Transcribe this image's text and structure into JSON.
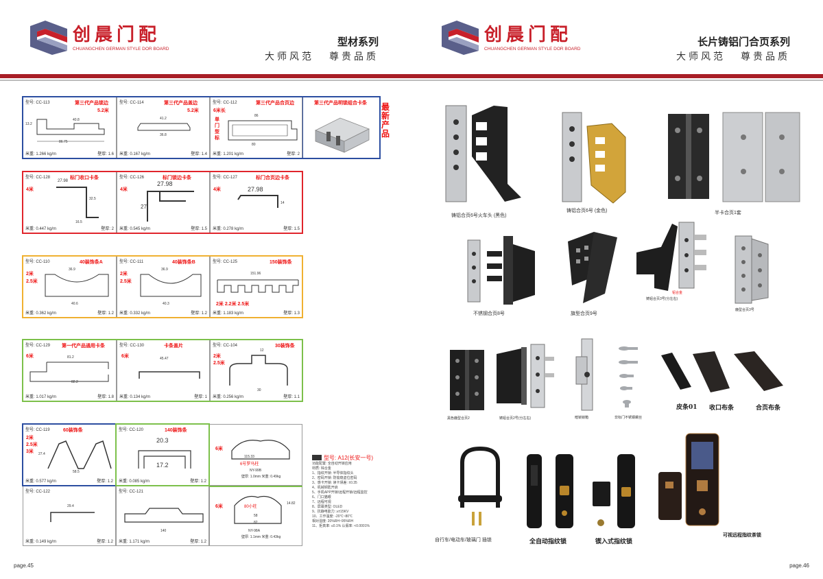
{
  "left": {
    "brand": "创晨门配",
    "brand_en": "CHUANGCHEN GERMAN STYLE DOR BOARD",
    "series": "型材系列",
    "slogan1": "大师风范",
    "slogan2": "尊贵品质",
    "page_number": "page.45",
    "new_tag": "最新产品",
    "groups": [
      {
        "color": "#2b4da0",
        "cells": [
          {
            "model": "型号: CC-113",
            "title": "第三代产品锁边",
            "note": "5.2米",
            "weight": "米重: 1.266 kg/m",
            "thick": "壁厚: 1.6",
            "dims": [
              "40.8",
              "86.75",
              "13.2"
            ]
          },
          {
            "model": "型号: CC-114",
            "title": "第三代产品盖边",
            "note": "5.2米",
            "weight": "米重: 0.167 kg/m",
            "thick": "壁厚: 1.4",
            "dims": [
              "41.2",
              "36.8"
            ]
          },
          {
            "model": "型号: CC-112",
            "title": "第三代产品合页边",
            "note": "6米长",
            "note2": "单门型标",
            "weight": "米重: 1.201 kg/m",
            "thick": "壁厚: 2",
            "dims": [
              "86",
              "80"
            ]
          },
          {
            "title": "第三代产品明锁组合卡条"
          }
        ]
      },
      {
        "color": "#e0242b",
        "cells": [
          {
            "model": "型号: CC-128",
            "title": "标门收口卡条",
            "note": "4米",
            "weight": "米重: 0.447 kg/m",
            "thick": "壁厚: 2",
            "dims": [
              "27.98",
              "32.5",
              "16.5"
            ]
          },
          {
            "model": "型号: CC-126",
            "title": "标门锁边卡条",
            "note": "4米",
            "weight": "米重: 0.545 kg/m",
            "thick": "壁厚: 1.5",
            "dims": [
              "27.98",
              "27"
            ]
          },
          {
            "model": "型号: CC-127",
            "title": "标门合页边卡条",
            "note": "4米",
            "weight": "米重: 0.278 kg/m",
            "thick": "壁厚: 1.5",
            "dims": [
              "27.98",
              "14"
            ]
          }
        ]
      },
      {
        "color": "#f0b030",
        "cells": [
          {
            "model": "型号: CC-110",
            "title": "40装饰条A",
            "note": "2米",
            "note2": "2.5米",
            "weight": "米重: 0.362 kg/m",
            "thick": "壁厚: 1.2",
            "dims": [
              "36.9",
              "40.6"
            ]
          },
          {
            "model": "型号: CC-111",
            "title": "40装饰条B",
            "note": "2米",
            "note2": "2.5米",
            "weight": "米重: 0.332 kg/m",
            "thick": "壁厚: 1.2",
            "dims": [
              "36.9",
              "40.3"
            ]
          },
          {
            "model": "型号: CC-125",
            "title": "150装饰条",
            "note": "2米  2.2米  2.5米",
            "weight": "米重: 1.183 kg/m",
            "thick": "壁厚: 1.3",
            "dims": [
              "151.96"
            ]
          }
        ]
      },
      {
        "color": "#7cc04a",
        "cells": [
          {
            "model": "型号: CC-129",
            "title": "第一代产品通用卡条",
            "note": "6米",
            "weight": "米重: 1.017 kg/m",
            "thick": "壁厚: 1.8",
            "dims": [
              "81.2",
              "82.2"
            ]
          },
          {
            "model": "型号: CC-130",
            "title": "卡条盖片",
            "note": "6米",
            "weight": "米重: 0.134 kg/m",
            "thick": "壁厚: 1",
            "dims": [
              "45.47"
            ]
          },
          {
            "model": "型号: CC-104",
            "title": "30装饰条",
            "note": "2米",
            "note2": "2.5米",
            "weight": "米重: 0.256 kg/m",
            "thick": "壁厚: 1.1",
            "dims": [
              "12",
              "30"
            ]
          }
        ]
      }
    ],
    "bottom": {
      "cc119": {
        "model": "型号: CC-119",
        "title": "60装饰条",
        "n1": "2米",
        "n2": "2.5米",
        "n3": "3米",
        "weight": "米重: 0.577 kg/m",
        "thick": "壁厚: 1.2",
        "dims": [
          "58.5",
          "27.4"
        ]
      },
      "cc120": {
        "model": "型号: CC-120",
        "title": "140装饰条",
        "weight": "米重: 0.085 kg/m",
        "thick": "壁厚: 1.2",
        "dims": [
          "20.3",
          "17.2"
        ]
      },
      "cc122": {
        "model": "型号: CC-122",
        "weight": "米重: 0.149 kg/m",
        "thick": "壁厚: 1.2",
        "dims": [
          "29.4"
        ]
      },
      "cc121": {
        "model": "型号: CC-121",
        "weight": "米重: 1.171 kg/m",
        "thick": "壁厚: 1.2",
        "dims": [
          "140"
        ]
      },
      "ny99b": {
        "note": "6米",
        "dim": "115.33",
        "label": "6号罗马柱",
        "model": "NY-99B",
        "spec": "壁厚: 1.0mm  米重: 0.49kg"
      },
      "ny98a": {
        "note": "6米",
        "label": "80小柱",
        "dims": [
          "58",
          "82",
          "14.82"
        ],
        "model": "NY-98A",
        "spec": "壁厚: 1.1mm  米重: 0.43kg"
      }
    }
  },
  "right": {
    "brand": "创晨门配",
    "brand_en": "CHUANGCHEN GERMAN STYLE DOR BOARD",
    "series": "长片铸铝门合页系列",
    "slogan1": "大师风范",
    "slogan2": "尊贵品质",
    "page_number": "page.46",
    "products": [
      {
        "caption": "铸铝合页6号火车头 (黑色)"
      },
      {
        "caption": "铸铝合页6号 (金色)"
      },
      {
        "caption": "半卡合页1套"
      },
      {
        "caption": "不锈钢合页8号"
      },
      {
        "caption": "旗型合页9号"
      },
      {
        "caption": "铸铝合页3号(分左右)",
        "tag": "铝合金"
      },
      {
        "caption": "鹿型合页3号"
      },
      {
        "caption": "黑色鹿型合页2"
      },
      {
        "caption": "铸铝合页2号(分左右)"
      },
      {
        "caption": "暗锁锁箱"
      },
      {
        "caption": "非标门不锈钢螺丝"
      },
      {
        "caption": "皮条01"
      },
      {
        "caption": "收口布条"
      },
      {
        "caption": "合页布条"
      },
      {
        "caption": "自行车/电动车/玻璃门 插锁"
      },
      {
        "caption": "全自动指纹锁"
      },
      {
        "caption": "锲入式指纹锁"
      },
      {
        "caption": "可视远程指纹茶锁"
      }
    ],
    "spec": {
      "model": "型号: A12(长安一号)",
      "lines": [
        "功能配置: 全自动开锁应用",
        "材质: 锌合金",
        "1、指纹开锁: 半导体指纹头",
        "2、密码开锁: 防偷窥虚位密码",
        "3、感卡开锁: 读卡误差: ±0.35",
        "4、机械钥匙开启",
        "5、手机APP开锁/远程开锁/远程监控",
        "6、门口猫眼",
        "7、远程可视",
        "8、屏幕类型: OLED",
        "9、抗静电能力: ≥±15KV",
        "10、工作温度: -20℃~80℃",
        "   相对湿度: 20%RH~95%RH",
        "11、拒真率: ≤0.1%  认假率: <0.0001%"
      ]
    }
  }
}
